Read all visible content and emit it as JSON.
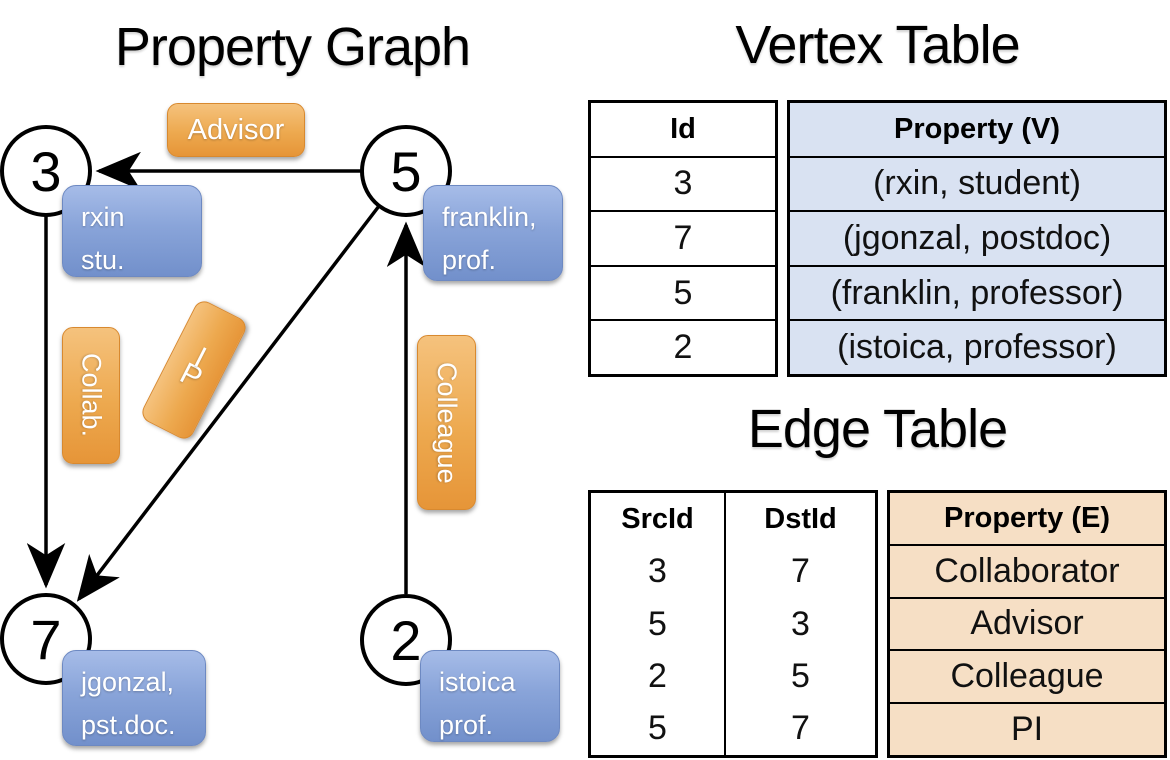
{
  "titles": {
    "graph": "Property Graph",
    "vertex_table": "Vertex Table",
    "edge_table": "Edge Table"
  },
  "graph": {
    "nodes": [
      {
        "id": "3",
        "label_lines": [
          "rxin",
          "stu."
        ]
      },
      {
        "id": "5",
        "label_lines": [
          "franklin,",
          "prof."
        ]
      },
      {
        "id": "7",
        "label_lines": [
          "jgonzal,",
          "pst.doc."
        ]
      },
      {
        "id": "2",
        "label_lines": [
          "istoica",
          "prof."
        ]
      }
    ],
    "edge_labels": {
      "advisor": "Advisor",
      "collab": "Collab.",
      "colleague": "Colleague",
      "pi_letters": [
        "P",
        "I"
      ]
    }
  },
  "vertex_table": {
    "headers": {
      "id": "Id",
      "property": "Property (V)"
    },
    "rows": [
      {
        "id": "3",
        "property": "(rxin, student)"
      },
      {
        "id": "7",
        "property": "(jgonzal, postdoc)"
      },
      {
        "id": "5",
        "property": "(franklin, professor)"
      },
      {
        "id": "2",
        "property": "(istoica, professor)"
      }
    ]
  },
  "edge_table": {
    "headers": {
      "src": "SrcId",
      "dst": "DstId",
      "property": "Property (E)"
    },
    "rows": [
      {
        "src": "3",
        "dst": "7",
        "property": "Collaborator"
      },
      {
        "src": "5",
        "dst": "3",
        "property": "Advisor"
      },
      {
        "src": "2",
        "dst": "5",
        "property": "Colleague"
      },
      {
        "src": "5",
        "dst": "7",
        "property": "PI"
      }
    ]
  },
  "colors": {
    "edge_label_orange": "#eda94f",
    "callout_blue": "#89a4d9",
    "vertex_property_fill": "#d9e2f2",
    "edge_property_fill": "#f6dfc5",
    "line_black": "#000000"
  }
}
